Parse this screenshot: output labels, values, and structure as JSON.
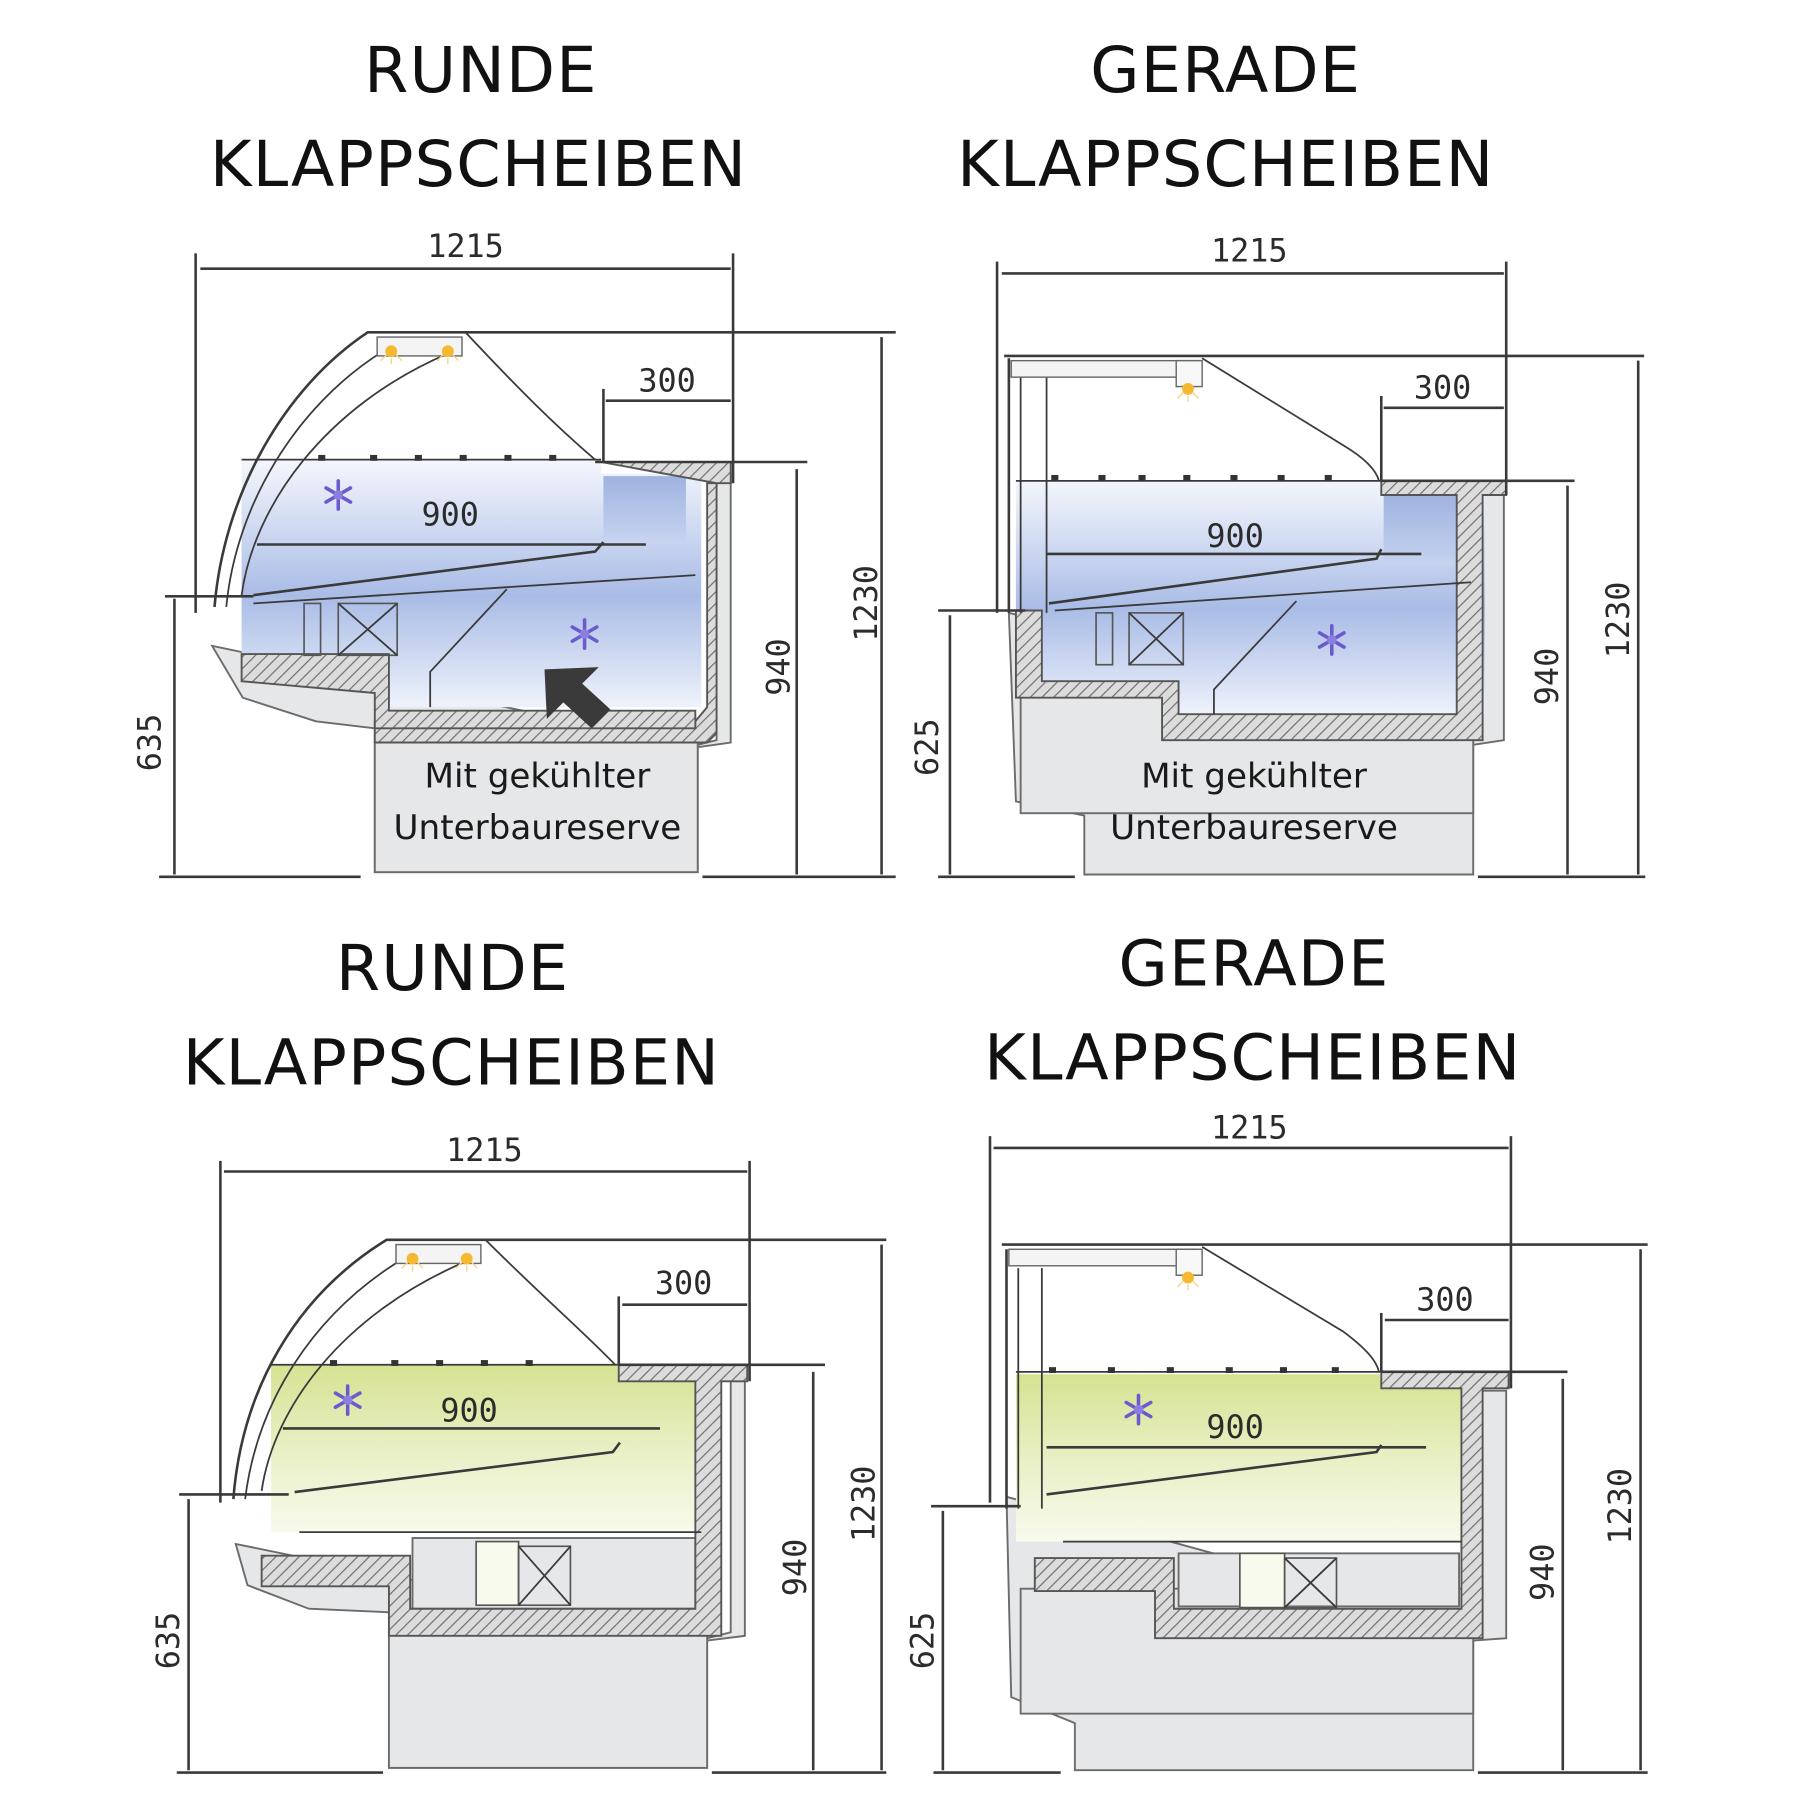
{
  "panels": [
    {
      "id": "top-left",
      "title_line1": "RUNDE",
      "title_line2": "KLAPPSCHEIBEN",
      "glass_type": "round",
      "tint": "blue",
      "dim_width": "1215",
      "dim_depth_top": "300",
      "dim_display": "900",
      "dim_total_height": "1230",
      "dim_counter_height": "940",
      "dim_front_height": "635",
      "annotation_line1": "Mit gekühlter",
      "annotation_line2": "Unterbaureserve",
      "has_arrow": true
    },
    {
      "id": "top-right",
      "title_line1": "GERADE",
      "title_line2": "KLAPPSCHEIBEN",
      "glass_type": "straight",
      "tint": "blue",
      "dim_width": "1215",
      "dim_depth_top": "300",
      "dim_display": "900",
      "dim_total_height": "1230",
      "dim_counter_height": "940",
      "dim_front_height": "625",
      "annotation_line1": "Mit gekühlter",
      "annotation_line2": "Unterbaureserve",
      "has_arrow": false
    },
    {
      "id": "bottom-left",
      "title_line1": "RUNDE",
      "title_line2": "KLAPPSCHEIBEN",
      "glass_type": "round",
      "tint": "green",
      "dim_width": "1215",
      "dim_depth_top": "300",
      "dim_display": "900",
      "dim_total_height": "1230",
      "dim_counter_height": "940",
      "dim_front_height": "635"
    },
    {
      "id": "bottom-right",
      "title_line1": "GERADE",
      "title_line2": "KLAPPSCHEIBEN",
      "glass_type": "straight",
      "tint": "green",
      "dim_width": "1215",
      "dim_depth_top": "300",
      "dim_display": "900",
      "dim_total_height": "1230",
      "dim_counter_height": "940",
      "dim_front_height": "625"
    }
  ],
  "colors": {
    "cooling_blue_dark": "#9fb3e0",
    "cooling_blue_light": "#f1f4fc",
    "cooling_green_dark": "#d3e08e",
    "cooling_green_light": "#f8faec",
    "snowflake": "#6a5acd",
    "lamp": "#f5b82e",
    "arrow": "#3a3a3a",
    "body_gray": "#e6e7e8"
  },
  "icons": {
    "snowflake": "snowflake-icon",
    "lamp": "lamp-icon",
    "arrow": "arrow-up-left-icon"
  }
}
